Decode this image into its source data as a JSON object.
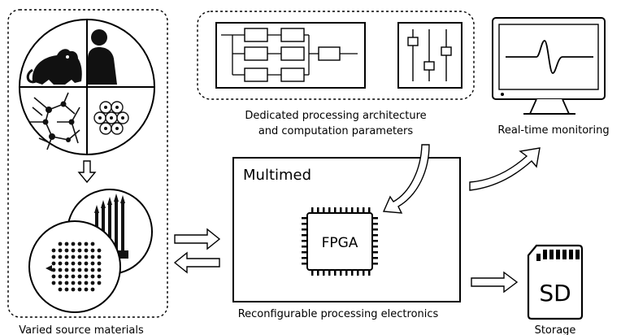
{
  "labels": {
    "source_caption": "Varied source materials",
    "architecture_caption_line1": "Dedicated processing architecture",
    "architecture_caption_line2": "and computation parameters",
    "monitor_caption": "Real-time monitoring",
    "box_title": "Multimed",
    "chip_label": "FPGA",
    "electronics_caption": "Reconfigurable processing electronics",
    "storage_caption": "Storage",
    "sd_label": "SD"
  },
  "icons": {
    "source_disc": "organism-quadrants-icon",
    "electrode_arrays": "electrode-array-icon",
    "block_diagram": "block-diagram-icon",
    "sliders": "parameter-sliders-icon",
    "monitor": "monitor-waveform-icon",
    "chip": "fpga-chip-icon",
    "sd_card": "sd-card-icon"
  },
  "colors": {
    "stroke": "#000000",
    "fill": "#ffffff",
    "dark": "#111111"
  }
}
